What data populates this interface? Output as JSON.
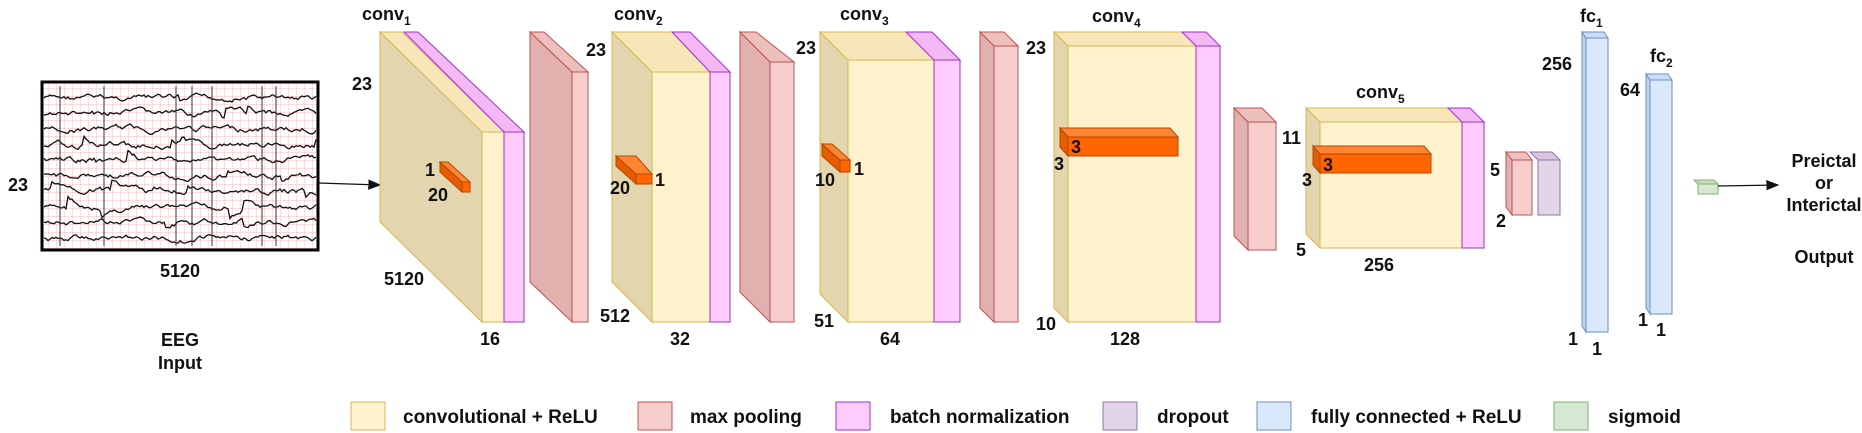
{
  "colors": {
    "conv_front": "#fff2cc",
    "conv_side": "#e3d5ae",
    "conv_top": "#f7e7b8",
    "conv_stroke": "#d6b656",
    "pool_front": "#f8cecc",
    "pool_side": "#e2b0ae",
    "pool_top": "#eec0bd",
    "pool_stroke": "#b85450",
    "bn_front": "#ffccff",
    "bn_side": "#e6a6e6",
    "bn_top": "#f4b8f4",
    "bn_stroke": "#9933cc",
    "drop_front": "#e1d5e7",
    "drop_stroke": "#9673a6",
    "fc_front": "#dae8fc",
    "fc_stroke": "#6c8ebf",
    "sig_front": "#d5e8d4",
    "sig_stroke": "#82b366",
    "kernel": "#ff6600",
    "kernel_stroke": "#b34700"
  },
  "eeg": {
    "label_height": "23",
    "label_width": "5120",
    "caption_line1": "EEG",
    "caption_line2": "Input"
  },
  "layers": {
    "conv1": {
      "name": "conv",
      "sub": "1",
      "height": "23",
      "length": "5120",
      "channels": "16",
      "k_h": "1",
      "k_w": "20"
    },
    "conv2": {
      "name": "conv",
      "sub": "2",
      "height": "23",
      "length": "512",
      "channels": "32",
      "k_h": "1",
      "k_w": "20"
    },
    "conv3": {
      "name": "conv",
      "sub": "3",
      "height": "23",
      "length": "51",
      "channels": "64",
      "k_h": "1",
      "k_w": "10"
    },
    "conv4": {
      "name": "conv",
      "sub": "4",
      "height": "23",
      "length": "10",
      "channels": "128",
      "k_a": "3",
      "k_b": "3"
    },
    "conv5": {
      "name": "conv",
      "sub": "5",
      "height": "11",
      "length": "5",
      "channels": "256",
      "k_a": "3",
      "k_b": "3"
    },
    "pool5": {
      "height": "5",
      "width": "2"
    },
    "fc1": {
      "name": "fc",
      "sub": "1",
      "size": "256",
      "a": "1",
      "b": "1"
    },
    "fc2": {
      "name": "fc",
      "sub": "2",
      "size": "64",
      "a": "1",
      "b": "1"
    }
  },
  "output": {
    "line1": "Preictal",
    "line2": "or",
    "line3": "Interictal",
    "line4": "Output"
  },
  "legend": [
    {
      "label": "convolutional + ReLU",
      "kind": "conv"
    },
    {
      "label": "max pooling",
      "kind": "pool"
    },
    {
      "label": "batch normalization",
      "kind": "bn"
    },
    {
      "label": "dropout",
      "kind": "drop"
    },
    {
      "label": "fully connected + ReLU",
      "kind": "fc"
    },
    {
      "label": "sigmoid",
      "kind": "sig"
    }
  ]
}
